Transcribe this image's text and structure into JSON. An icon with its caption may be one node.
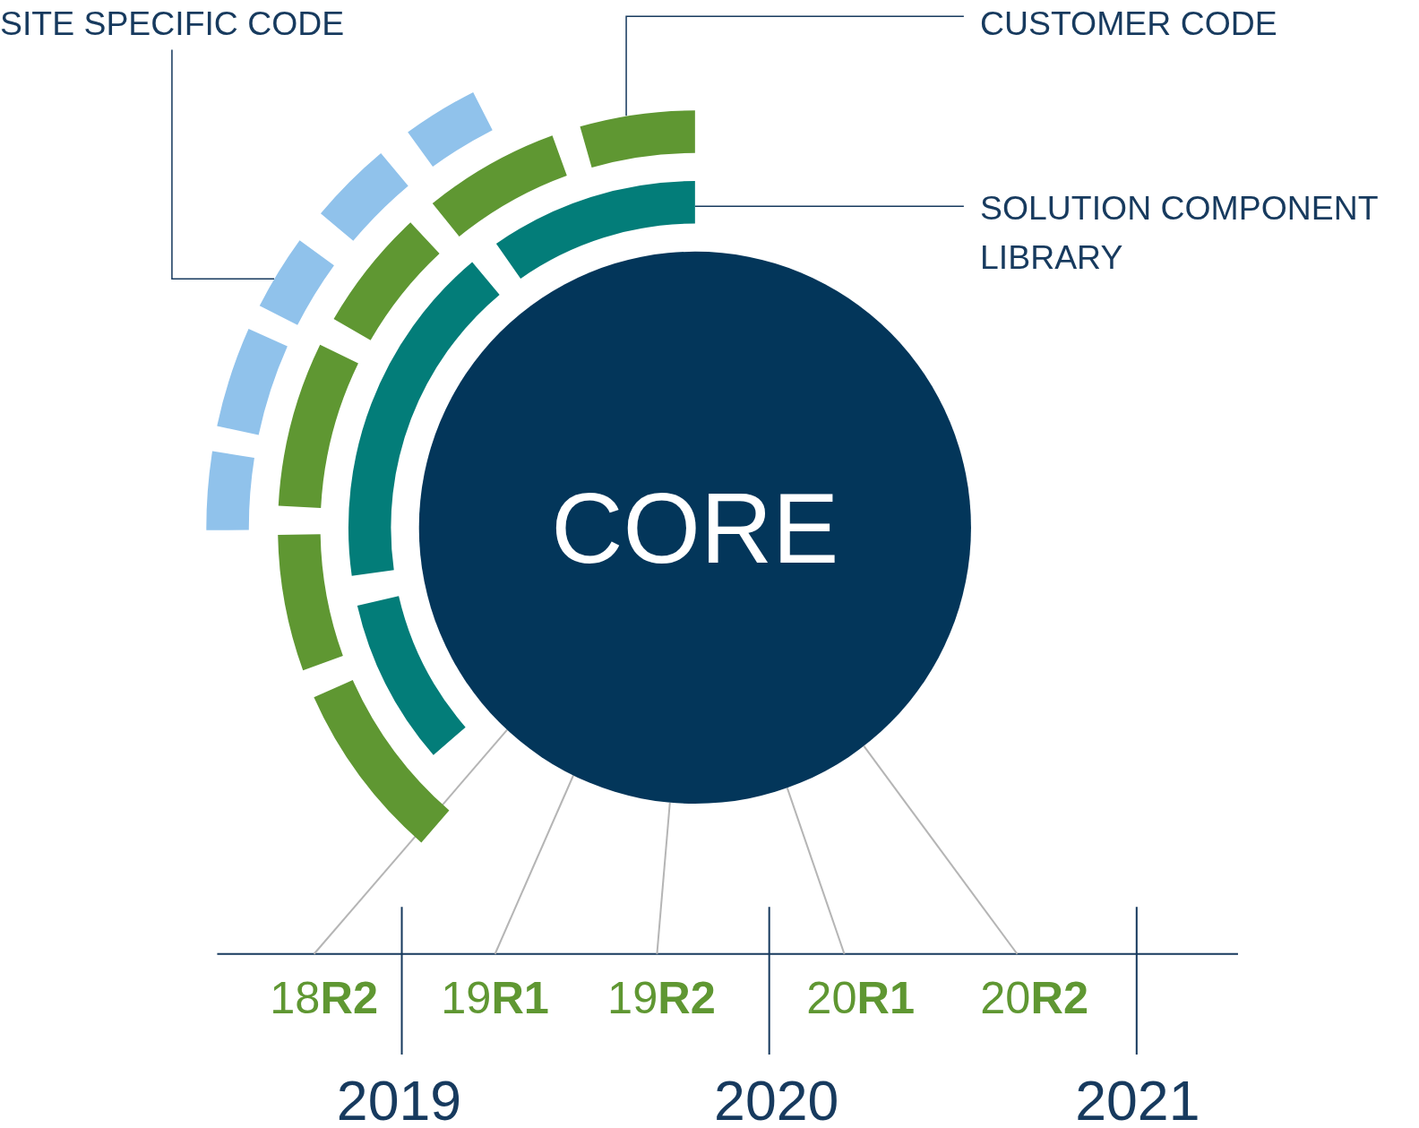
{
  "diagram": {
    "nodes": [
      {
        "text": [
          "CORE"
        ]
      },
      {
        "text": [
          "SITE SPECIFIC CODE"
        ]
      },
      {
        "text": [
          "CUSTOMER CODE"
        ]
      },
      {
        "text": [
          "SOLUTION COMPONENT LIBRARY"
        ]
      },
      {
        "text": [],
        "shape": "bar"
      },
      {
        "text": [],
        "shape": "bar"
      },
      {
        "text": [],
        "shape": "bar"
      },
      {
        "text": [],
        "shape": "bar"
      },
      {
        "text": [],
        "shape": "bar"
      },
      {
        "text": [],
        "shape": "bar"
      },
      {
        "text": [],
        "shape": "bar"
      },
      {
        "text": [],
        "shape": "bar"
      },
      {
        "text": [],
        "shape": "bar"
      },
      {
        "text": [],
        "shape": "bar"
      },
      {
        "text": [],
        "shape": "bar"
      },
      {
        "text": [],
        "shape": "bar"
      },
      {
        "text": [],
        "shape": "bar"
      },
      {
        "text": [],
        "shape": "bar"
      },
      {
        "text": [
          "18**R2**"
        ]
      },
      {
        "text": [
          "19**R1**"
        ]
      },
      {
        "text": [
          "19**R2**"
        ]
      },
      {
        "text": [
          "20**R1**"
        ]
      },
      {
        "text": [
          "20**R2**"
        ]
      }
    ],
    "edges": [
      {
        "from": 1,
        "to": 6,
        "arrow": "none",
        "color": "#173a5e"
      },
      {
        "from": 2,
        "to": 9,
        "arrow": "none",
        "color": "#173a5e"
      },
      {
        "from": 3,
        "to": 15,
        "arrow": "none",
        "color": "#173a5e"
      },
      {
        "from": 18,
        "to": 0,
        "arrow": "none"
      },
      {
        "from": 19,
        "to": 0,
        "arrow": "none"
      },
      {
        "from": 20,
        "to": 0,
        "arrow": "none"
      },
      {
        "from": 21,
        "to": 0,
        "arrow": "none"
      },
      {
        "from": 22,
        "to": 0,
        "arrow": "none"
      }
    ],
    "labels": [
      "2019",
      "2020",
      "2021"
    ]
  }
}
